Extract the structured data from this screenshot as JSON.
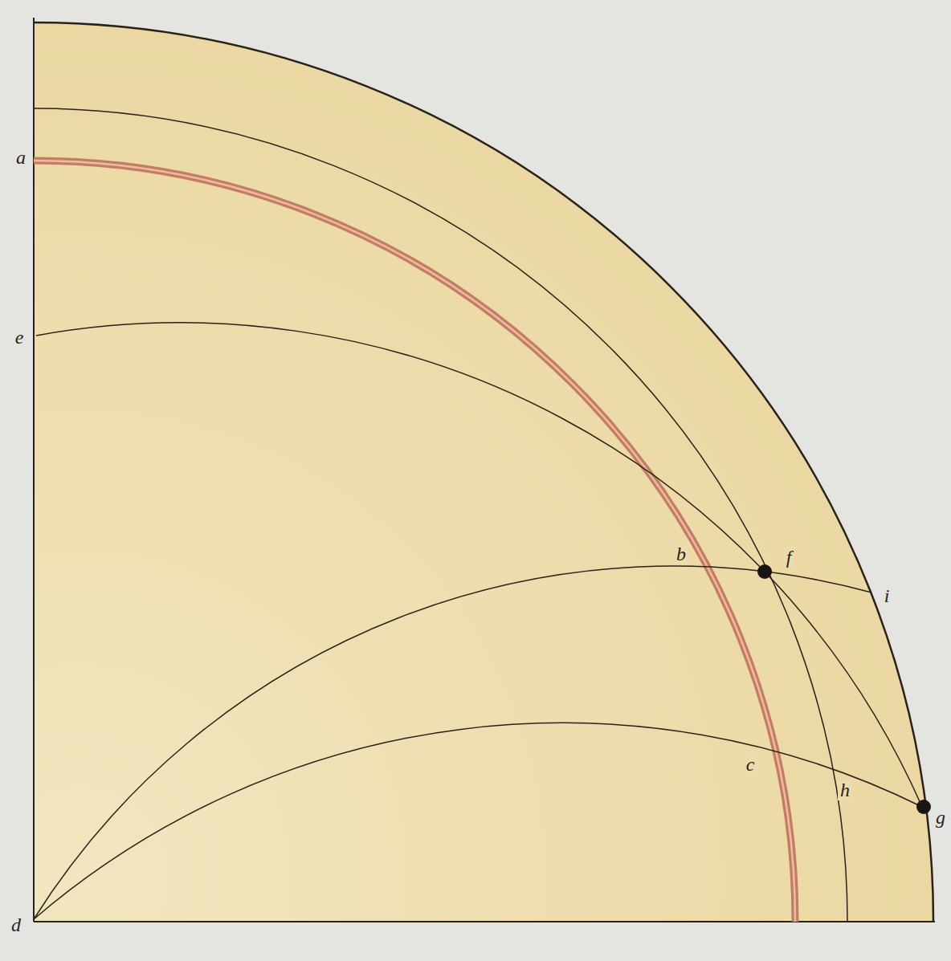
{
  "diagram": {
    "labels": [
      "a",
      "e",
      "b",
      "f",
      "i",
      "c",
      "h",
      "g",
      "d"
    ]
  }
}
